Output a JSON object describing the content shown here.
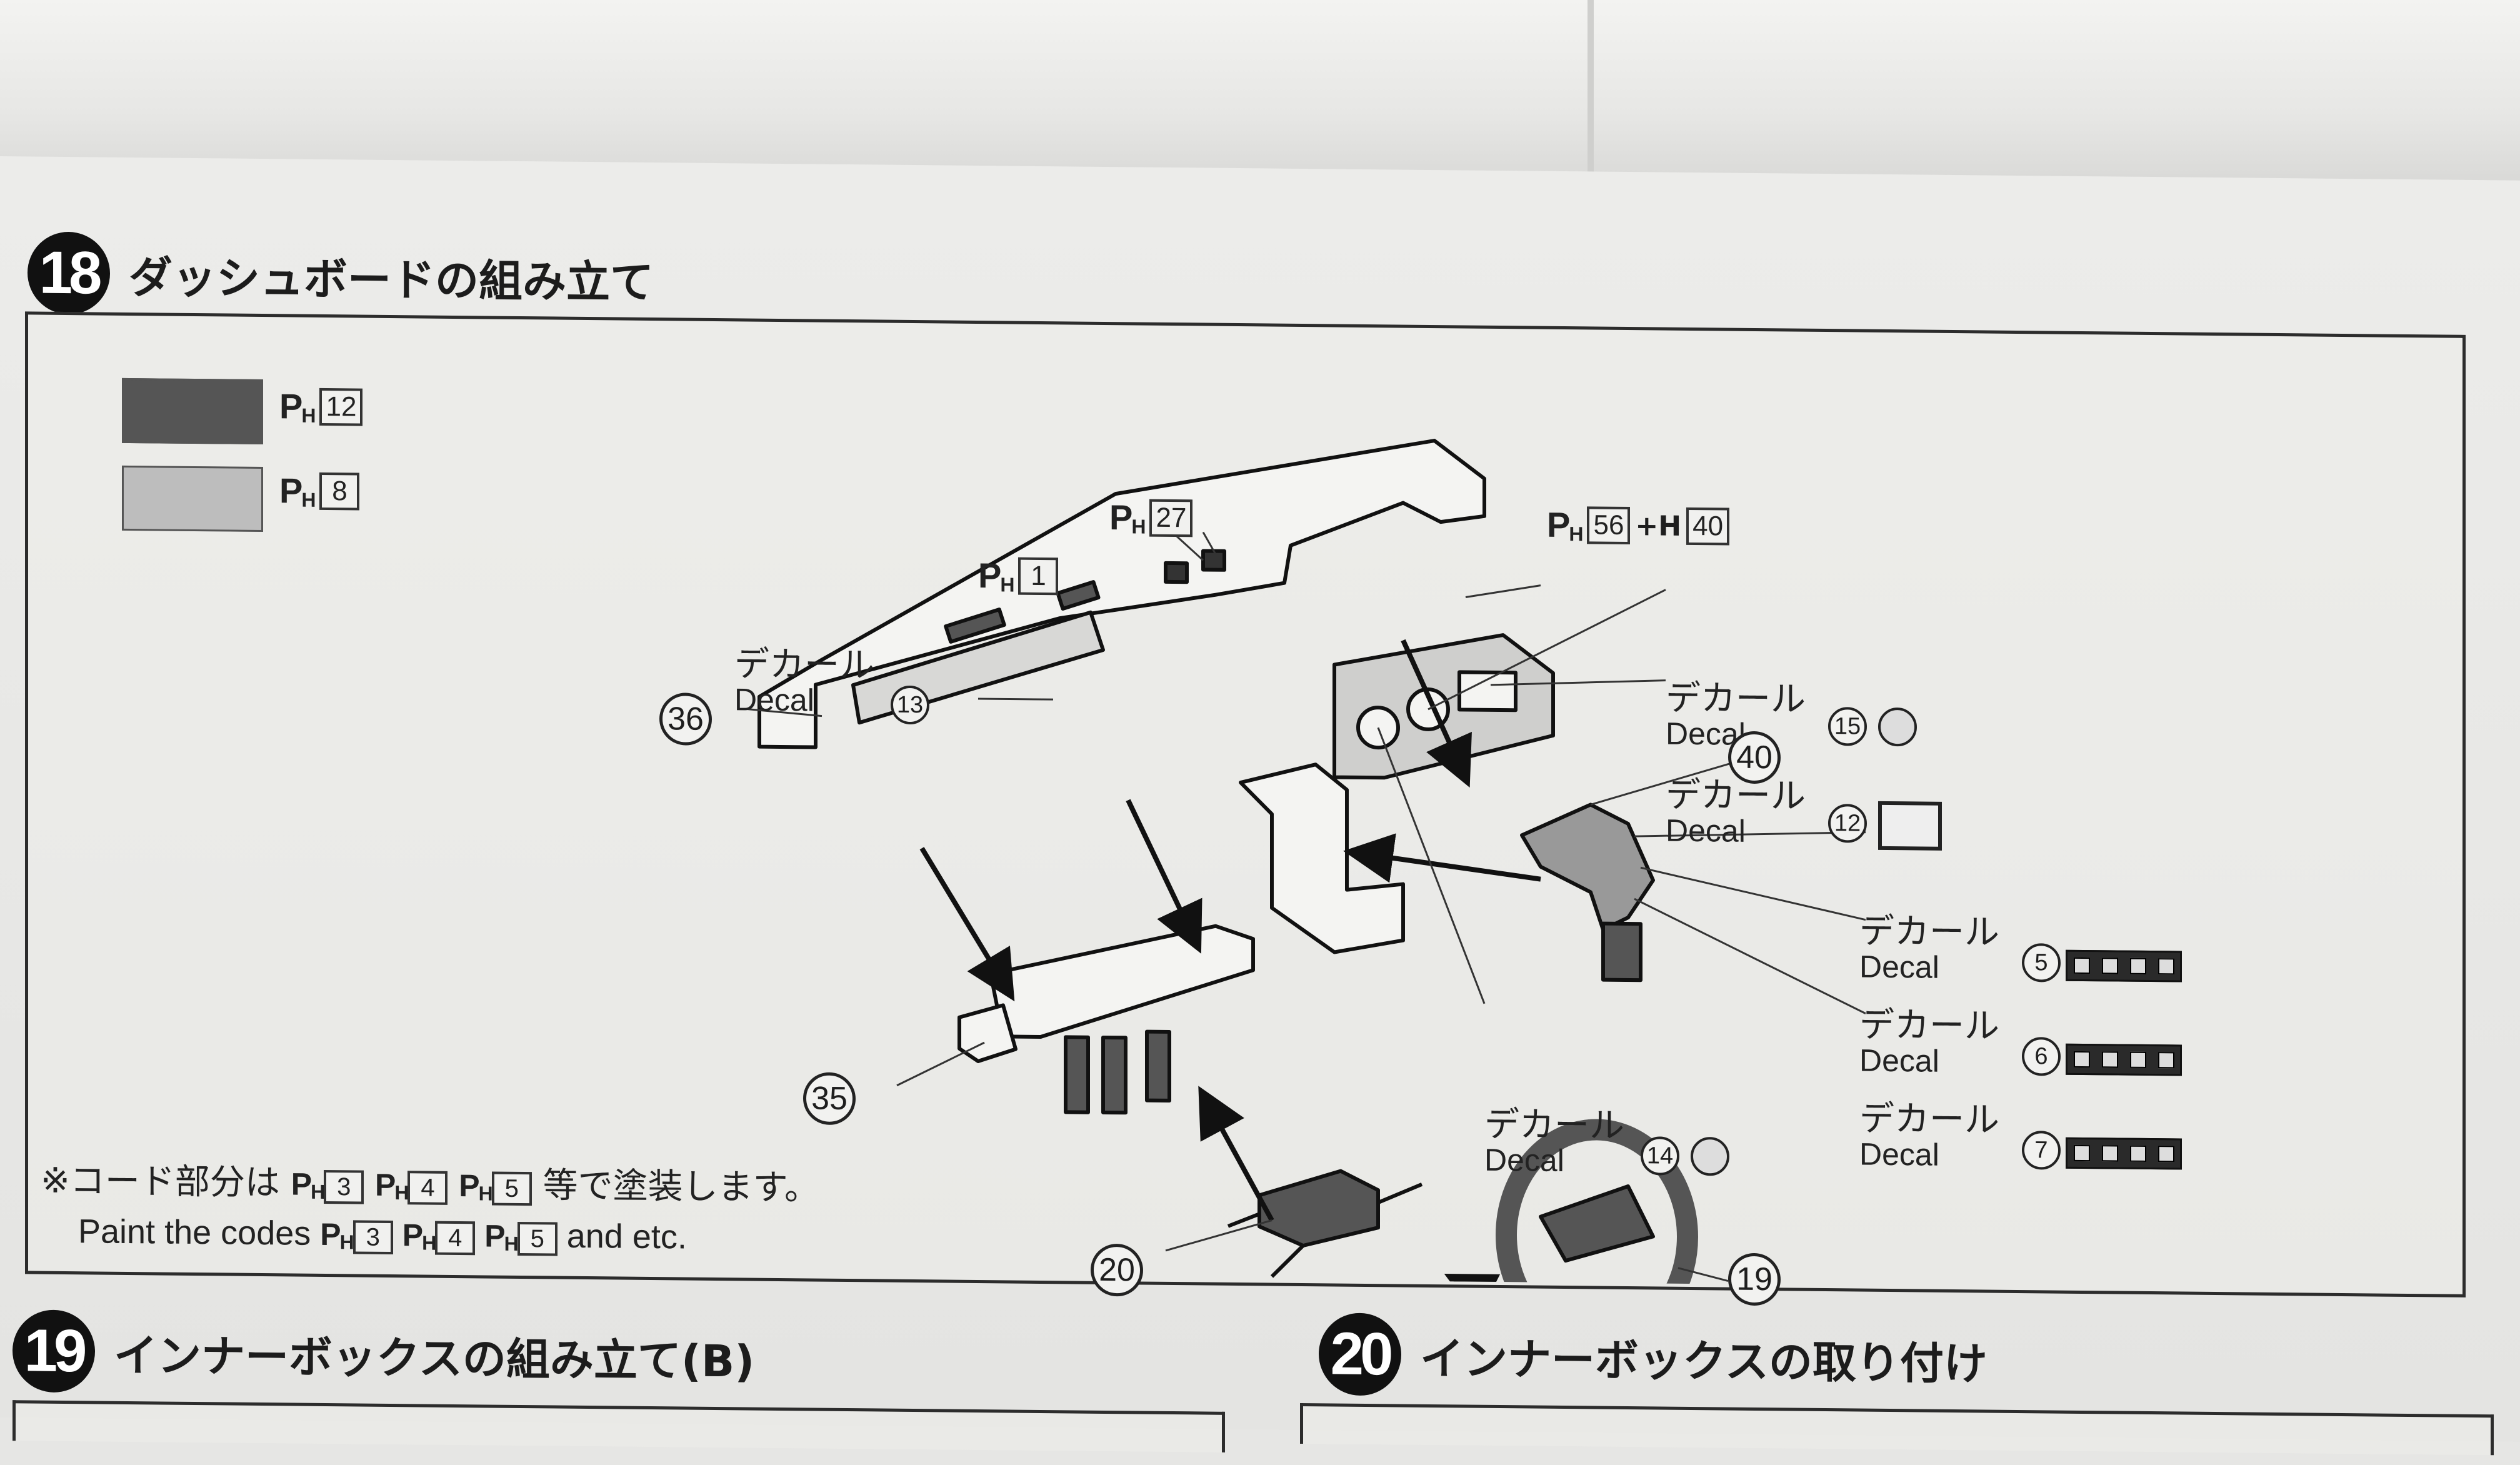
{
  "step18": {
    "number": "18",
    "title": "ダッシュボードの組み立て"
  },
  "paints": [
    {
      "ph": "H",
      "code": "12",
      "color": "#555555"
    },
    {
      "ph": "H",
      "code": "8",
      "color": "#bdbdbd"
    }
  ],
  "paint_callouts": [
    {
      "ph": "H",
      "code": "1"
    },
    {
      "ph": "H",
      "code": "27"
    },
    {
      "ph": "H",
      "code": "56",
      "plus": "+H",
      "code2": "40"
    }
  ],
  "decals": [
    {
      "ja": "デカール",
      "en": "Decal",
      "num": "13"
    },
    {
      "ja": "デカール",
      "en": "Decal",
      "num": "15"
    },
    {
      "ja": "デカール",
      "en": "Decal",
      "num": "12"
    },
    {
      "ja": "デカール",
      "en": "Decal",
      "num": "5"
    },
    {
      "ja": "デカール",
      "en": "Decal",
      "num": "6"
    },
    {
      "ja": "デカール",
      "en": "Decal",
      "num": "7"
    },
    {
      "ja": "デカール",
      "en": "Decal",
      "num": "14"
    }
  ],
  "parts": [
    "36",
    "40",
    "35",
    "20",
    "19"
  ],
  "note": {
    "ja_prefix": "※コード部分は",
    "ja_suffix": "等で塗装します。",
    "en_prefix": "Paint the codes",
    "en_suffix": "and etc.",
    "codes": [
      "3",
      "4",
      "5"
    ],
    "ph": "H"
  },
  "step19": {
    "number": "19",
    "title": "インナーボックスの組み立て(B)"
  },
  "step20": {
    "number": "20",
    "title": "インナーボックスの取り付け"
  },
  "colors": {
    "ink": "#1e1e1e",
    "paper": "#e8e8e6",
    "accent_dark": "#555555",
    "accent_light": "#bdbdbd"
  },
  "icons": [
    "steering-wheel-icon",
    "gauge-icon",
    "vent-decal-icon"
  ]
}
